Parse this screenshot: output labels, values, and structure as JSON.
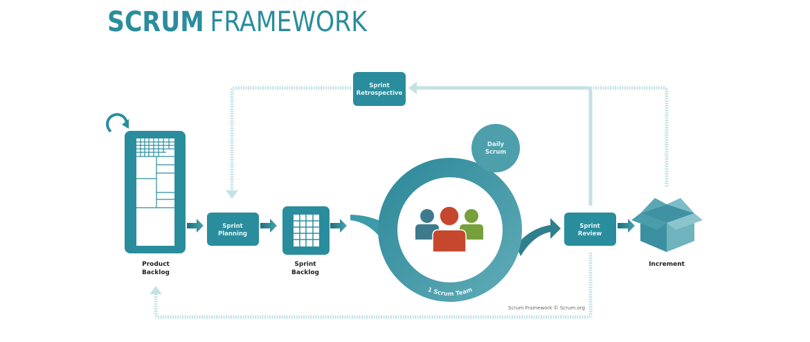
{
  "title": {
    "bold": "SCRUM",
    "regular": "FRAMEWORK"
  },
  "colors": {
    "teal": "#2a8d9d",
    "teal_dark": "#1f7b8a",
    "light_line": "#c4e2e5",
    "person_blue": "#3f7a8c",
    "person_red": "#c4472e",
    "person_green": "#76a03c"
  },
  "nodes": {
    "product_backlog": {
      "line1": "Product",
      "line2": "Backlog"
    },
    "sprint_planning": {
      "line1": "Sprint",
      "line2": "Planning"
    },
    "sprint_backlog": {
      "line1": "Sprint",
      "line2": "Backlog"
    },
    "daily_scrum": {
      "line1": "Daily",
      "line2": "Scrum"
    },
    "scrum_team": {
      "label": "1 Scrum Team"
    },
    "sprint_review": {
      "line1": "Sprint",
      "line2": "Review"
    },
    "sprint_retrospective": {
      "line1": "Sprint",
      "line2": "Retrospective"
    },
    "increment": {
      "label": "Increment"
    }
  },
  "credit": "Scrum Framework © Scrum.org",
  "icons": [
    "refresh-cycle-icon",
    "team-people-icon",
    "open-box-icon"
  ]
}
